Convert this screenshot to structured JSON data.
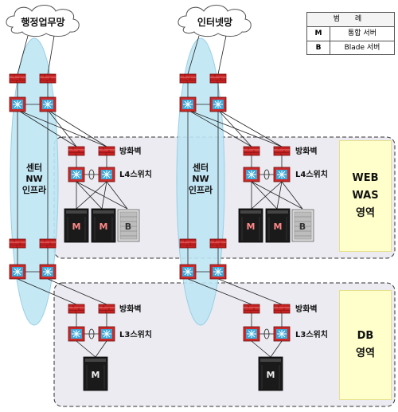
{
  "clouds": {
    "admin_network": "행정업무망",
    "internet_network": "인터넷망"
  },
  "legend": {
    "title": "범 례",
    "items": [
      {
        "key": "M",
        "value": "통합 서버"
      },
      {
        "key": "B",
        "value": "Blade 서버"
      }
    ]
  },
  "center_infra_label": [
    "센터",
    "NW",
    "인프라"
  ],
  "labels": {
    "firewall": "방화벽",
    "l4_switch": "L4스위치",
    "l3_switch": "L3스위치"
  },
  "zones": {
    "web_was": [
      "WEB",
      "WAS",
      "영역"
    ],
    "db": [
      "DB",
      "영역"
    ]
  },
  "server_letters": {
    "integrated": "M",
    "blade": "B"
  },
  "colors": {
    "firewall": "#cc2222",
    "switch": "#cc2a2a",
    "switch_face": "#3aa8d8",
    "ellipse": "#bfe6f5",
    "zone_bg": "#ebebf1",
    "zone_label_bg": "#ffffcc",
    "server": "#1a1a1a"
  }
}
